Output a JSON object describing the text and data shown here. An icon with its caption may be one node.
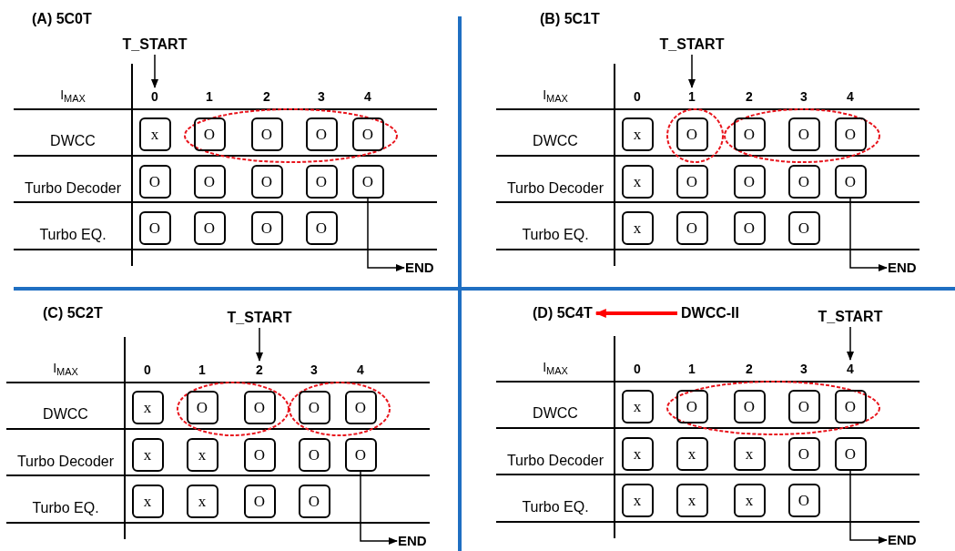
{
  "diagram": {
    "nodes": [
      {
        "text": [
          "(A) 5C0T"
        ]
      },
      {
        "text": [
          "T_START"
        ]
      },
      {
        "text": [
          "0"
        ]
      },
      {
        "text": [
          "1"
        ]
      },
      {
        "text": [
          "2"
        ]
      },
      {
        "text": [
          "3"
        ]
      },
      {
        "text": [
          "4"
        ]
      },
      {
        "text": [
          "x"
        ]
      },
      {
        "text": [],
        "shape": "ellipse"
      },
      {
        "text": [
          "O"
        ],
        "in": 8
      },
      {
        "text": [
          "O"
        ],
        "in": 8
      },
      {
        "text": [
          "O"
        ],
        "in": 8
      },
      {
        "text": [
          "O"
        ],
        "in": 8
      },
      {
        "text": [
          "O"
        ]
      },
      {
        "text": [
          "O"
        ]
      },
      {
        "text": [
          "O"
        ]
      },
      {
        "text": [
          "O"
        ]
      },
      {
        "text": [
          "O"
        ]
      },
      {
        "text": [
          "O"
        ]
      },
      {
        "text": [
          "O"
        ]
      },
      {
        "text": [
          "O"
        ]
      },
      {
        "text": [
          "O"
        ]
      },
      {
        "text": [
          "END"
        ]
      },
      {
        "text": [
          "(B) 5C1T"
        ]
      },
      {
        "text": [
          "T_START"
        ]
      },
      {
        "text": [
          "0"
        ]
      },
      {
        "text": [
          "1"
        ]
      },
      {
        "text": [
          "2"
        ]
      },
      {
        "text": [
          "3"
        ]
      },
      {
        "text": [
          "4"
        ]
      },
      {
        "text": [
          "x"
        ]
      },
      {
        "text": [],
        "shape": "ellipse"
      },
      {
        "text": [
          "O"
        ],
        "in": 31
      },
      {
        "text": [],
        "shape": "ellipse"
      },
      {
        "text": [
          "O"
        ],
        "in": 33
      },
      {
        "text": [
          "O"
        ],
        "in": 33
      },
      {
        "text": [
          "O"
        ],
        "in": 33
      },
      {
        "text": [
          "x"
        ]
      },
      {
        "text": [
          "O"
        ]
      },
      {
        "text": [
          "O"
        ]
      },
      {
        "text": [
          "O"
        ]
      },
      {
        "text": [
          "O"
        ]
      },
      {
        "text": [
          "x"
        ]
      },
      {
        "text": [
          "O"
        ]
      },
      {
        "text": [
          "O"
        ]
      },
      {
        "text": [
          "O"
        ]
      },
      {
        "text": [
          "END"
        ]
      },
      {
        "text": [
          "(C) 5C2T"
        ]
      },
      {
        "text": [
          "T_START"
        ]
      },
      {
        "text": [
          "0"
        ]
      },
      {
        "text": [
          "1"
        ]
      },
      {
        "text": [
          "2"
        ]
      },
      {
        "text": [
          "3"
        ]
      },
      {
        "text": [
          "4"
        ]
      },
      {
        "text": [
          "x"
        ]
      },
      {
        "text": [],
        "shape": "ellipse"
      },
      {
        "text": [
          "O"
        ],
        "in": 55
      },
      {
        "text": [
          "O"
        ],
        "in": 55
      },
      {
        "text": [],
        "shape": "ellipse"
      },
      {
        "text": [
          "O"
        ],
        "in": 58
      },
      {
        "text": [
          "O"
        ],
        "in": 58
      },
      {
        "text": [
          "x"
        ]
      },
      {
        "text": [
          "x"
        ]
      },
      {
        "text": [
          "O"
        ]
      },
      {
        "text": [
          "O"
        ]
      },
      {
        "text": [
          "O"
        ]
      },
      {
        "text": [
          "x"
        ]
      },
      {
        "text": [
          "x"
        ]
      },
      {
        "text": [
          "O"
        ]
      },
      {
        "text": [
          "O"
        ]
      },
      {
        "text": [
          "END"
        ]
      },
      {
        "text": [
          "(D) 5C4T"
        ]
      },
      {
        "text": [
          "DWCC-II"
        ]
      },
      {
        "text": [
          "T_START"
        ]
      },
      {
        "text": [
          "0"
        ]
      },
      {
        "text": [
          "1"
        ]
      },
      {
        "text": [
          "2"
        ]
      },
      {
        "text": [
          "3"
        ]
      },
      {
        "text": [
          "4"
        ]
      },
      {
        "text": [
          "x"
        ]
      },
      {
        "text": [],
        "shape": "ellipse"
      },
      {
        "text": [
          "O"
        ],
        "in": 80
      },
      {
        "text": [
          "O"
        ],
        "in": 80
      },
      {
        "text": [
          "O"
        ],
        "in": 80
      },
      {
        "text": [
          "O"
        ],
        "in": 80
      },
      {
        "text": [
          "x"
        ]
      },
      {
        "text": [
          "x"
        ]
      },
      {
        "text": [
          "x"
        ]
      },
      {
        "text": [
          "O"
        ]
      },
      {
        "text": [
          "O"
        ]
      },
      {
        "text": [
          "x"
        ]
      },
      {
        "text": [
          "x"
        ]
      },
      {
        "text": [
          "x"
        ]
      },
      {
        "text": [
          "O"
        ]
      },
      {
        "text": [
          "END"
        ]
      }
    ],
    "edges": [
      {
        "from": 1,
        "to": 2,
        "arrow": "to"
      },
      {
        "from": 17,
        "to": 22,
        "arrow": "to"
      },
      {
        "from": 24,
        "to": 26,
        "arrow": "to"
      },
      {
        "from": 41,
        "to": 46,
        "arrow": "to"
      },
      {
        "from": 48,
        "to": 51,
        "arrow": "to"
      },
      {
        "from": 65,
        "to": 70,
        "arrow": "to"
      },
      {
        "from": 72,
        "to": 71,
        "arrow": "to",
        "style": "thick",
        "color": "#ff0000"
      },
      {
        "from": 73,
        "to": 78,
        "arrow": "to"
      },
      {
        "from": 89,
        "to": 94,
        "arrow": "to"
      }
    ],
    "labels": [
      "I$_{MAX}$",
      "DWCC",
      "Turbo Decoder",
      "Turbo EQ.",
      "I$_{MAX}$",
      "DWCC",
      "Turbo Decoder",
      "Turbo EQ.",
      "I$_{MAX}$",
      "DWCC",
      "Turbo Decoder",
      "Turbo EQ.",
      "I$_{MAX}$",
      "DWCC",
      "Turbo Decoder",
      "Turbo EQ."
    ]
  }
}
